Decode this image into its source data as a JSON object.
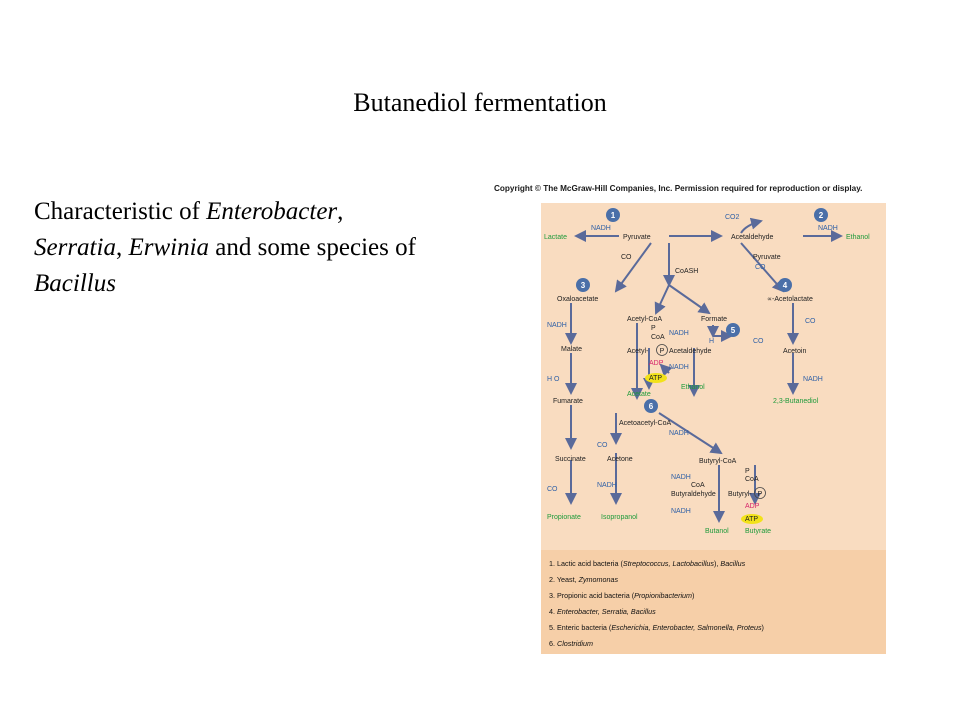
{
  "slide": {
    "title": "Butanediol fermentation",
    "body_prefix": "Characteristic of ",
    "genus1": "Enterobacter",
    "sep1": ",",
    "genus2": "Serratia",
    "sep2": ", ",
    "genus3": "Erwinia",
    "mid": " and some species of ",
    "genus4": "Bacillus"
  },
  "figure": {
    "copyright": "Copyright © The McGraw-Hill Companies, Inc. Permission required for reproduction or display.",
    "nodes": {
      "pyruvate": "Pyruvate",
      "lactate": "Lactate",
      "acetaldehyde": "Acetaldehyde",
      "ethanol_top": "Ethanol",
      "pyruvate2": "Pyruvate",
      "oxaloacetate": "Oxaloacetate",
      "coash": "CoASH",
      "acetolactate": "∝-Acetolactate",
      "acetyl_coa": "Acetyl-CoA",
      "formate": "Formate",
      "malate": "Malate",
      "acetyl_p": "Acetyl-",
      "acetaldehyde2": "Acetaldehyde",
      "acetoin": "Acetoin",
      "fumarate": "Fumarate",
      "acetate": "Acetate",
      "ethanol_mid": "Ethanol",
      "butanediol": "2,3-Butanediol",
      "acetoacetyl_coa": "Acetoacetyl-CoA",
      "butyryl_coa": "Butyryl-CoA",
      "succinate": "Succinate",
      "acetone": "Acetone",
      "butyraldehyde": "Butyraldehyde",
      "butyryl_p": "Butyryl-",
      "propionate": "Propionate",
      "isopropanol": "Isopropanol",
      "butanol": "Butanol",
      "butyrate": "Butyrate"
    },
    "cofactors": {
      "nadh": "NADH",
      "co2": "CO2",
      "co2_small": "CO",
      "pi": "P",
      "coa": "CoA",
      "h2": "H",
      "h2o": "H O",
      "adp": "ADP",
      "atp": "ATP",
      "p_circle": "P"
    },
    "steps": [
      "1",
      "2",
      "3",
      "4",
      "5",
      "6"
    ],
    "legend": [
      {
        "pre": "1. Lactic acid bacteria (",
        "it": "Streptococcus, Lactobacillus",
        "post": "), ",
        "it2": "Bacillus"
      },
      {
        "pre": "2. Yeast, ",
        "it": "Zymomonas",
        "post": "",
        "it2": ""
      },
      {
        "pre": "3. Propionic acid bacteria (",
        "it": "Propionibacterium",
        "post": ")",
        "it2": ""
      },
      {
        "pre": "4. ",
        "it": "Enterobacter, Serratia, Bacillus",
        "post": "",
        "it2": ""
      },
      {
        "pre": "5. Enteric bacteria (",
        "it": "Escherichia, Enterobacter, Salmonella, Proteus",
        "post": ")",
        "it2": ""
      },
      {
        "pre": "6. ",
        "it": "Clostridium",
        "post": "",
        "it2": ""
      }
    ],
    "colors": {
      "panel": "#f9dcc0",
      "legend": "#f6cfa8",
      "arrow": "#5a6a9a",
      "product_green": "#1e9a3a",
      "cofactor_blue": "#2d5fa6",
      "step_circle": "#4a6fa8",
      "adp_pink": "#d6246a",
      "atp_highlight": "#f2e21a"
    }
  }
}
